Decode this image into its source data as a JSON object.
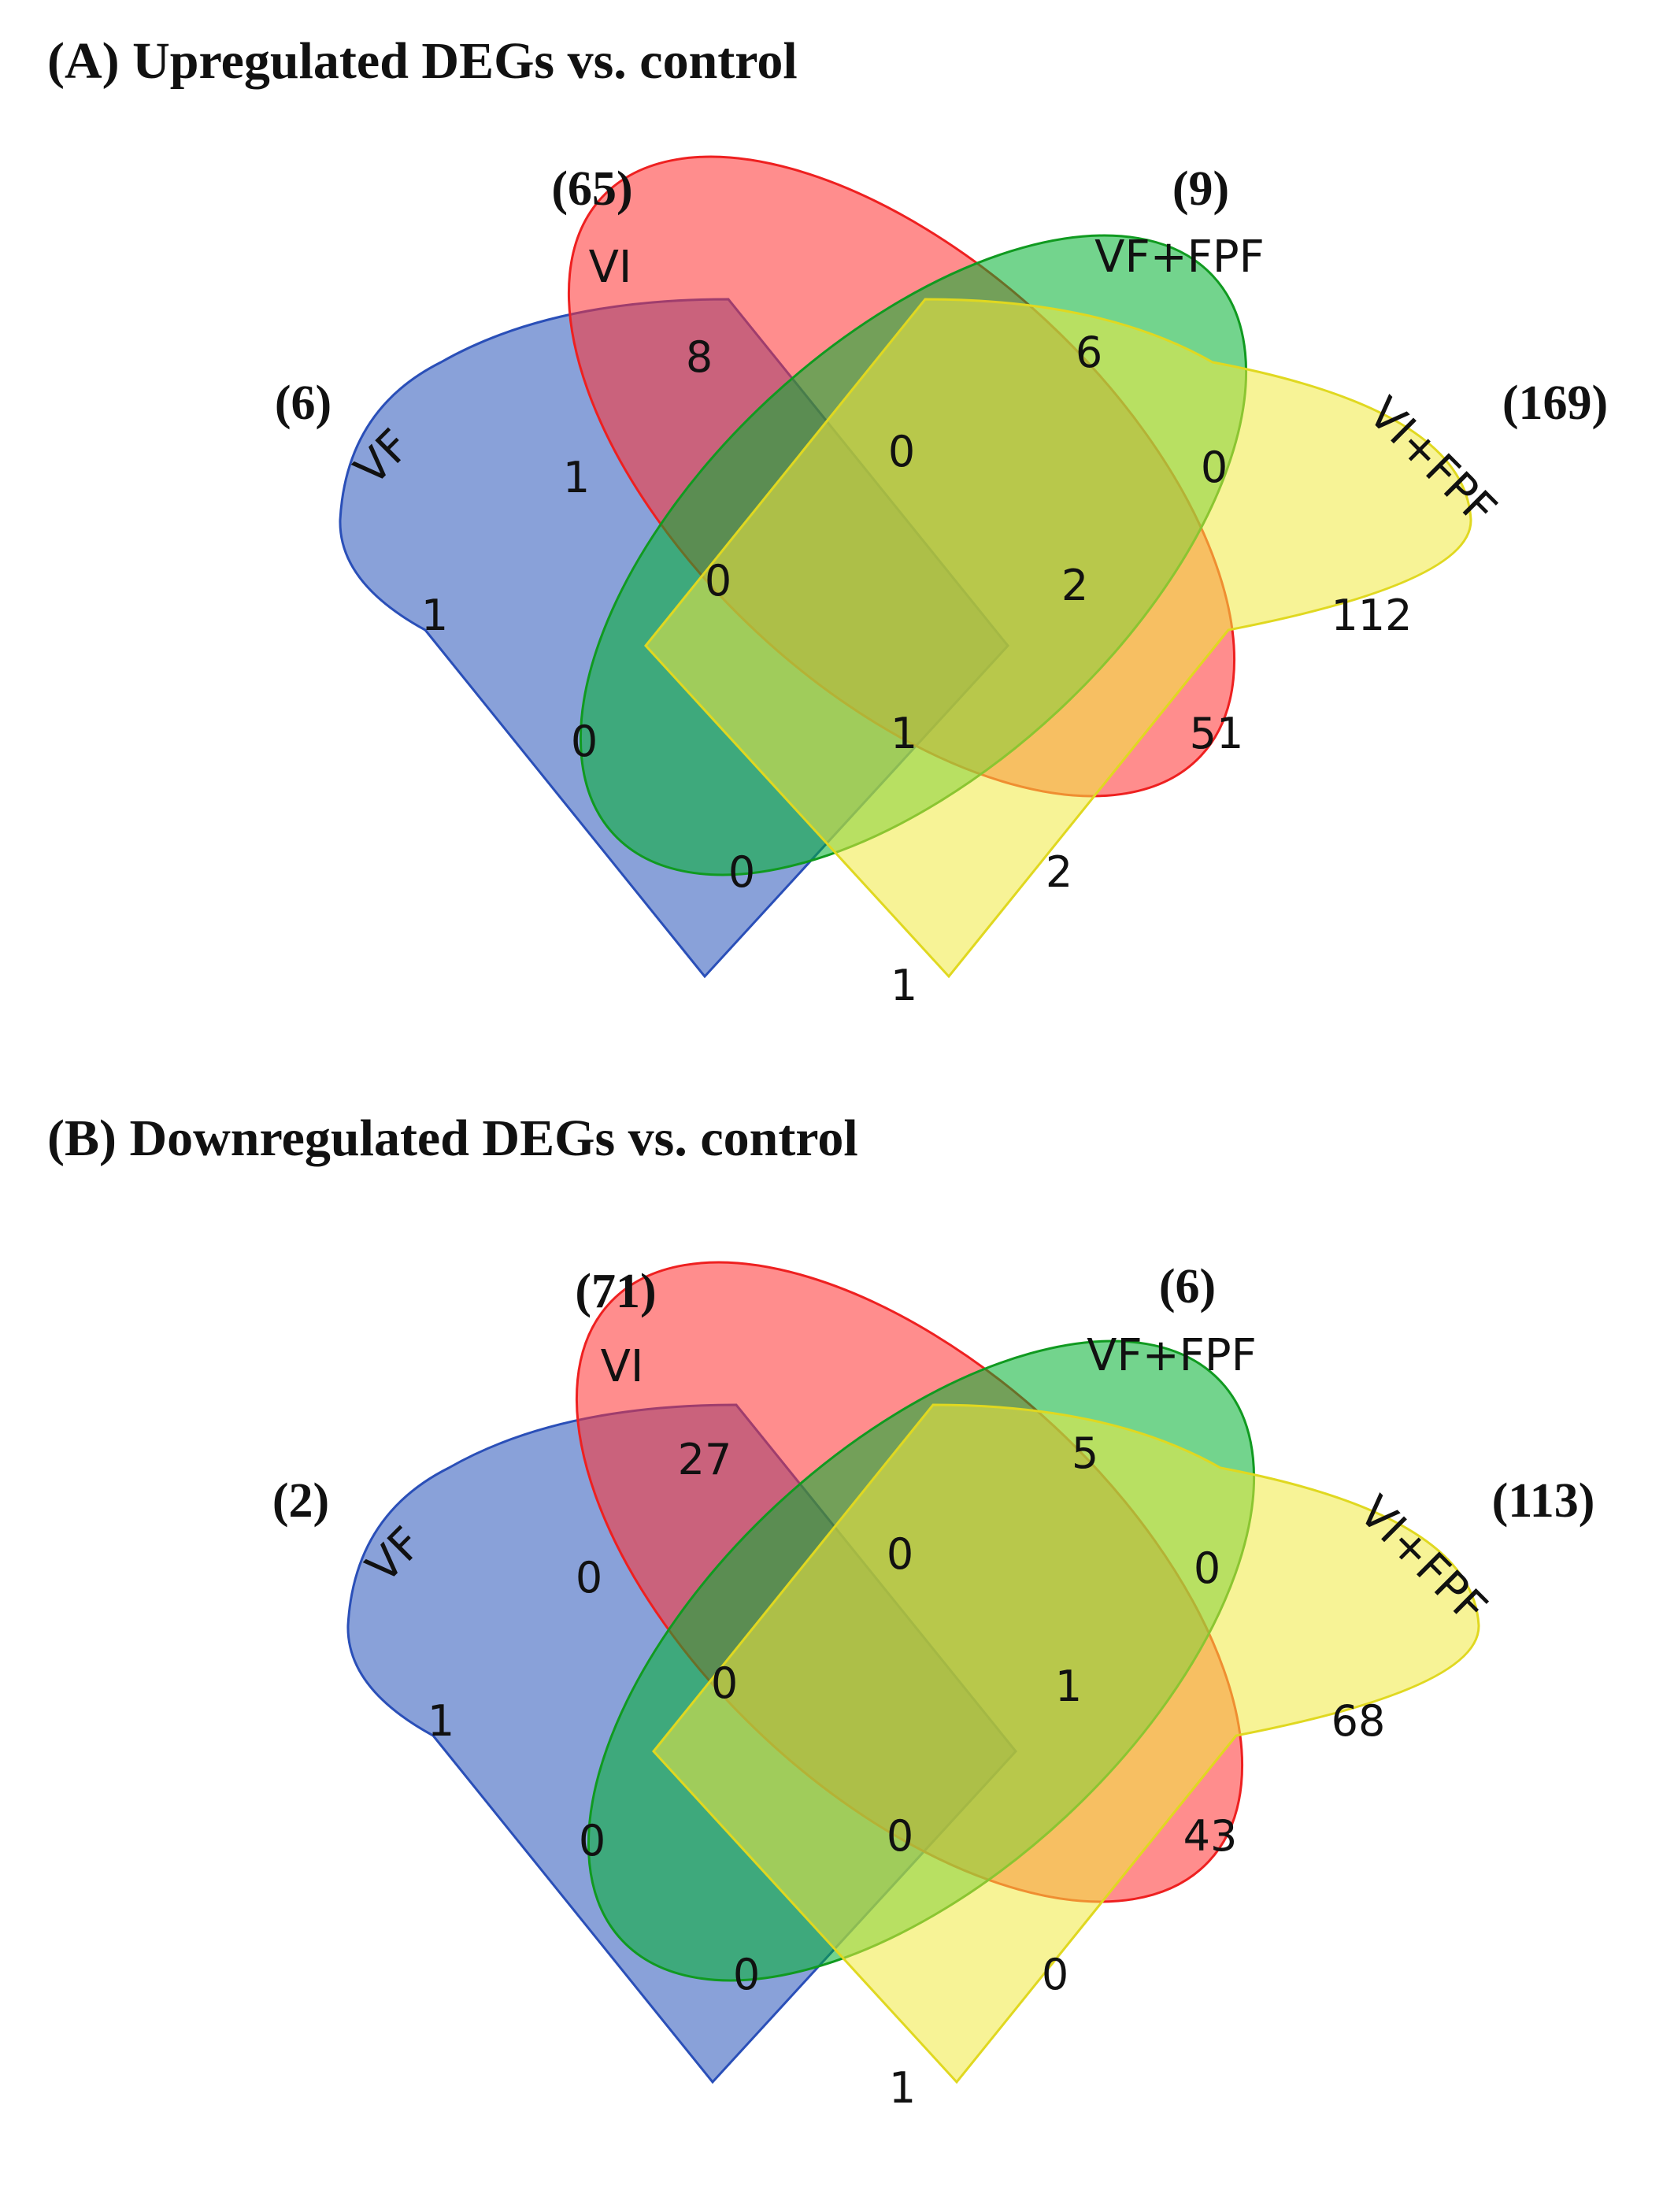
{
  "panels": [
    {
      "id": "A",
      "title": "(A)  Upregulated DEGs vs. control",
      "sets": {
        "VF": {
          "label": "VF",
          "total": "(6)",
          "color": "#3a62c0"
        },
        "VI": {
          "label": "VI",
          "total": "(65)",
          "color": "#ff3030"
        },
        "VF_FPF": {
          "label": "VF+FPF",
          "total": "(9)",
          "color": "#00b030"
        },
        "VI_FPF": {
          "label": "VI+FPF",
          "total": "(169)",
          "color": "#f0ea40"
        }
      },
      "regions": {
        "VF_only": "1",
        "VI_only": "8",
        "VFFPF_only": "6",
        "VIFPF_only": "112",
        "VF_VI": "1",
        "VI_VFFPF": "0",
        "VFFPF_VIFPF": "0",
        "VF_VI_VFFPF": "0",
        "VI_VFFPF_VIFPF": "2",
        "VF_VFFPF": "0",
        "VI_VIFPF": "51",
        "all": "1",
        "VF_VFFPF_VIFPF": "0",
        "VF_VI_VIFPF": "2",
        "VF_VIFPF": "1"
      }
    },
    {
      "id": "B",
      "title": "(B) Downregulated DEGs vs. control",
      "sets": {
        "VF": {
          "label": "VF",
          "total": "(2)",
          "color": "#3a62c0"
        },
        "VI": {
          "label": "VI",
          "total": "(71)",
          "color": "#ff3030"
        },
        "VF_FPF": {
          "label": "VF+FPF",
          "total": "(6)",
          "color": "#00b030"
        },
        "VI_FPF": {
          "label": "VI+FPF",
          "total": "(113)",
          "color": "#f0ea40"
        }
      },
      "regions": {
        "VF_only": "1",
        "VI_only": "27",
        "VFFPF_only": "5",
        "VIFPF_only": "68",
        "VF_VI": "0",
        "VI_VFFPF": "0",
        "VFFPF_VIFPF": "0",
        "VF_VI_VFFPF": "0",
        "VI_VFFPF_VIFPF": "1",
        "VF_VFFPF": "0",
        "VI_VIFPF": "43",
        "all": "0",
        "VF_VFFPF_VIFPF": "0",
        "VF_VI_VIFPF": "0",
        "VF_VIFPF": "1"
      }
    }
  ]
}
